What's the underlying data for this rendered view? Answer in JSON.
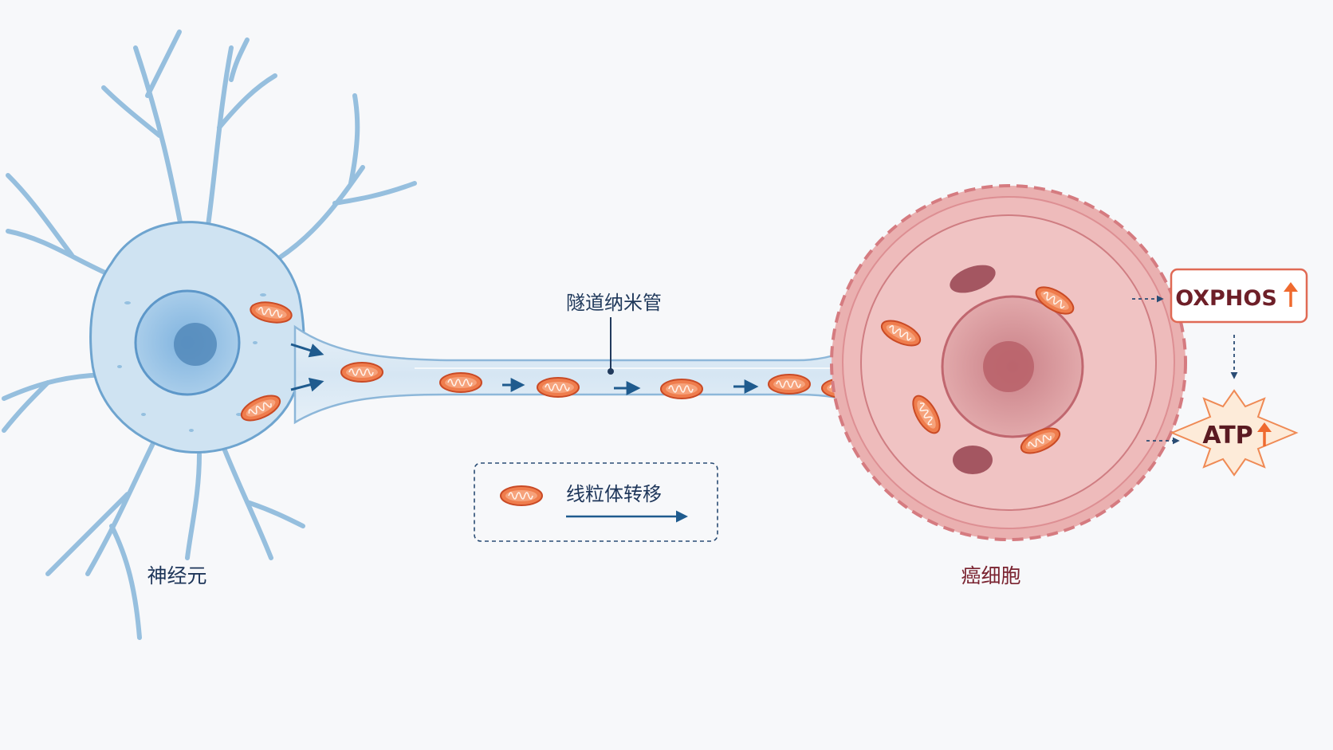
{
  "labels": {
    "tube": "隧道纳米管",
    "neuron": "神经元",
    "cancer": "癌细胞",
    "legend": "线粒体转移"
  },
  "boxes": {
    "oxphos": "OXPHOS",
    "atp": "ATP"
  },
  "colors": {
    "neuron_fill": "#cfe3f2",
    "neuron_stroke": "#6ea4cf",
    "cancer_fill": "#eab0b0",
    "cancer_stroke": "#d57b80",
    "mito_fill": "#ef7d4d",
    "mito_stroke": "#c94a25",
    "arrow_blue": "#1f5b8e",
    "oxphos_border": "#e06a55",
    "atp_fill": "#fdebd9",
    "up_arrow": "#ef6a2f"
  }
}
